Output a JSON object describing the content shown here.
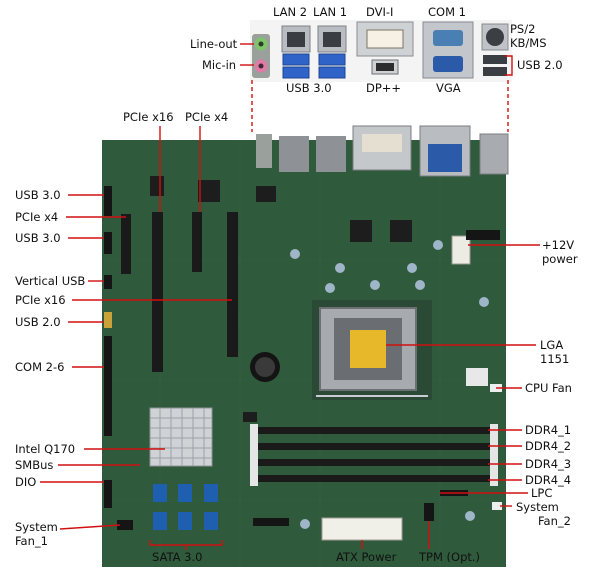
{
  "colors": {
    "pcb": "#2f5a3c",
    "pcb_dark": "#24492f",
    "leader": "#d01010",
    "text": "#111111",
    "port_metal": "#b8bcc2",
    "slot": "#1a1a1a",
    "sata": "#1f5fb0",
    "vga_blue": "#2a5aa8"
  },
  "labels": {
    "lan2": "LAN 2",
    "lan1": "LAN 1",
    "dvii": "DVI-I",
    "com1": "COM 1",
    "ps2": "PS/2",
    "kbms": "KB/MS",
    "lineout": "Line-out",
    "micin": "Mic-in",
    "usb30_io": "USB 3.0",
    "dppp": "DP++",
    "vga": "VGA",
    "usb20_io": "USB 2.0",
    "pcie16_top": "PCIe x16",
    "pcie4_top": "PCIe x4",
    "usb30_a": "USB 3.0",
    "pcie4_left": "PCIe x4",
    "usb30_b": "USB 3.0",
    "vertical_usb": "Vertical USB",
    "pcie16_left": "PCIe x16",
    "usb20_left": "USB 2.0",
    "com26": "COM 2-6",
    "intel": "Intel Q170",
    "smbus": "SMBus",
    "dio": "DIO",
    "sysfan1_a": "System",
    "sysfan1_b": "Fan_1",
    "sata": "SATA 3.0",
    "atx": "ATX Power",
    "tpm": "TPM (Opt.)",
    "p12v": "+12V",
    "power": "power",
    "lga": "LGA",
    "lga_num": "1151",
    "cpufan": "CPU Fan",
    "ddr1": "DDR4_1",
    "ddr2": "DDR4_2",
    "ddr3": "DDR4_3",
    "ddr4": "DDR4_4",
    "lpc": "LPC",
    "sysfan2_a": "System",
    "sysfan2_b": "Fan_2"
  }
}
